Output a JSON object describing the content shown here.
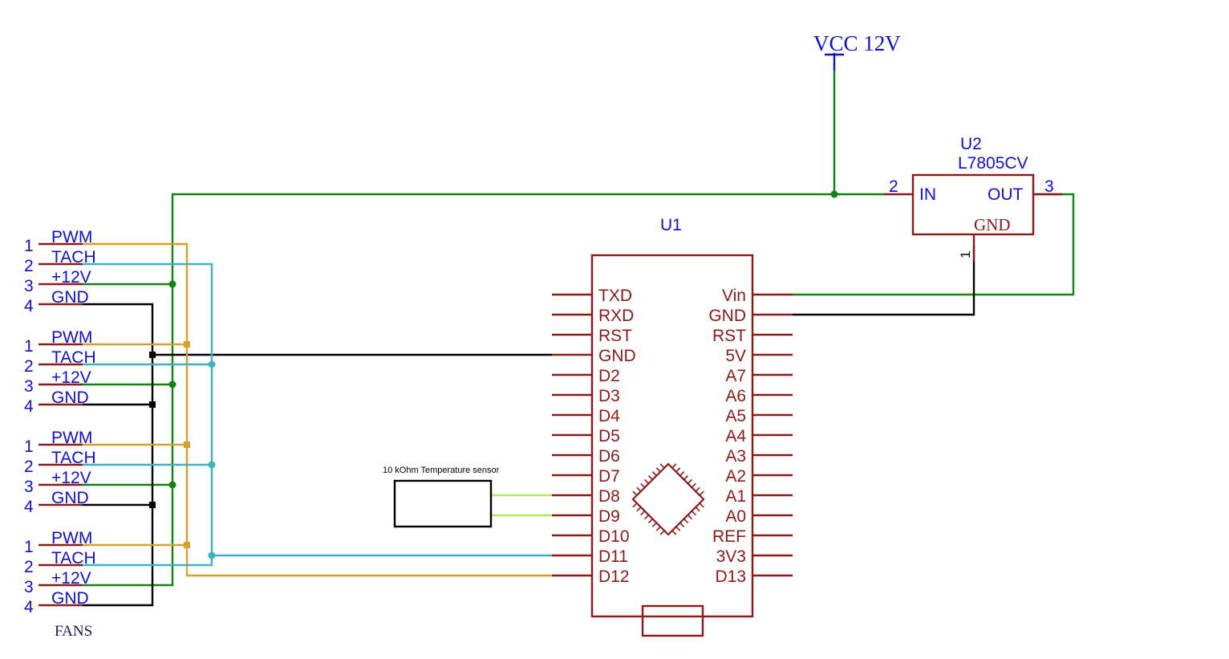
{
  "colors": {
    "component": "#8b1a1a",
    "label": "#1010c8",
    "wire_power": "#128212",
    "wire_gnd": "#000000",
    "wire_pwm": "#d4a22c",
    "wire_tach": "#3fb2c2",
    "wire_sensor": "#b8e65a",
    "junction_green": "#128212",
    "junction_black": "#000000",
    "junction_pwm": "#d4a22c",
    "junction_tach": "#3fb2c2"
  },
  "power": {
    "label": "VCC 12V"
  },
  "regulator": {
    "ref": "U2",
    "value": "L7805CV",
    "pin_in_label": "IN",
    "pin_out_label": "OUT",
    "pin_gnd_label": "GND",
    "pin_in_num": "2",
    "pin_out_num": "3",
    "pin_gnd_num": "1"
  },
  "mcu": {
    "ref": "U1",
    "left_pins": [
      "TXD",
      "RXD",
      "RST",
      "GND",
      "D2",
      "D3",
      "D4",
      "D5",
      "D6",
      "D7",
      "D8",
      "D9",
      "D10",
      "D11",
      "D12"
    ],
    "right_pins": [
      "Vin",
      "GND",
      "RST",
      "5V",
      "A7",
      "A6",
      "A5",
      "A4",
      "A3",
      "A2",
      "A1",
      "A0",
      "REF",
      "3V3",
      "D13"
    ]
  },
  "sensor": {
    "label": "10 kOhm Temperature sensor"
  },
  "fans": {
    "label": "FANS",
    "pin_numbers": [
      "1",
      "2",
      "3",
      "4"
    ],
    "pin_names": [
      "PWM",
      "TACH",
      "+12V",
      "GND"
    ],
    "count": 4
  }
}
